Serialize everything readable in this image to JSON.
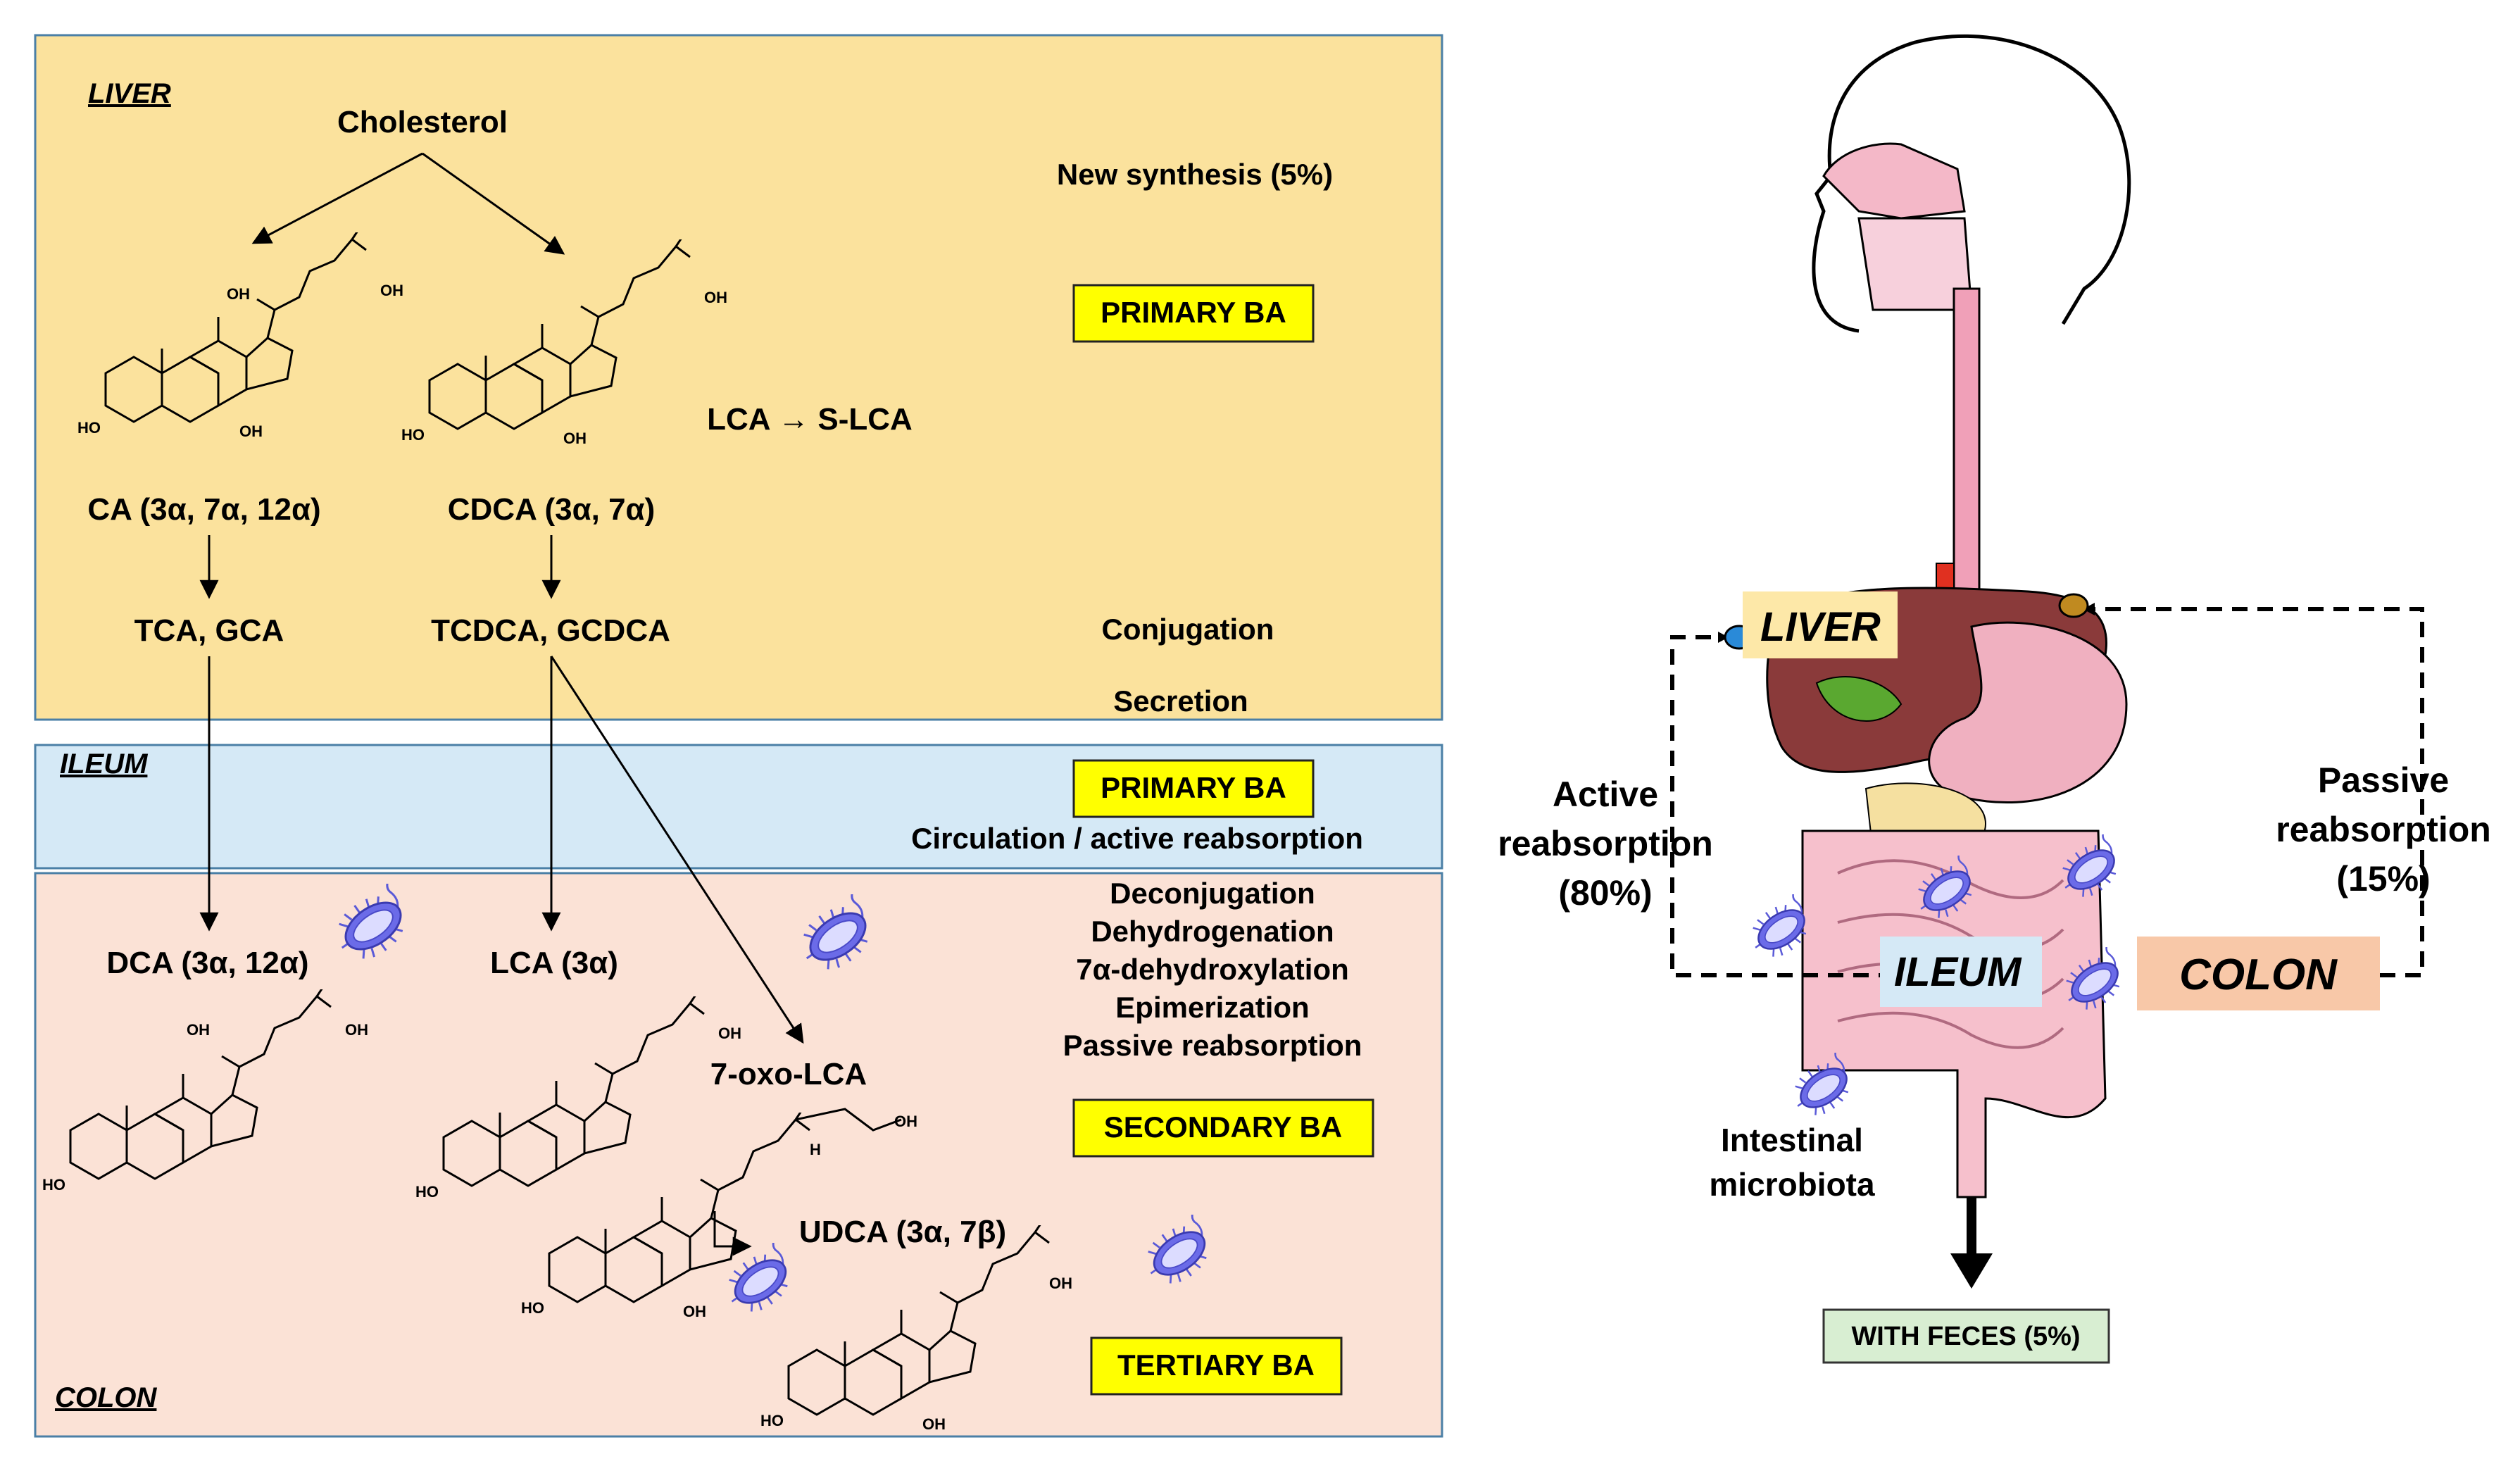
{
  "colors": {
    "liver_panel": "#fbe29d",
    "ileum_panel": "#d5e9f6",
    "colon_panel": "#fbe2d6",
    "panel_border": "#4a7fa6",
    "tag_yellow": "#ffff00",
    "feces_green": "#d8eed2",
    "bacteria": "#6b6be8",
    "colon_tag": "#f8c8a8",
    "ileum_tag": "#d5e9f6",
    "liver_tag": "#fde8a8"
  },
  "sections": {
    "liver": "LIVER",
    "ileum": "ILEUM",
    "colon": "COLON"
  },
  "compounds": {
    "cholesterol": "Cholesterol",
    "ca": "CA (3α, 7α, 12α)",
    "cdca": "CDCA (3α, 7α)",
    "tca_gca": "TCA, GCA",
    "tcdca_gcdca": "TCDCA, GCDCA",
    "lca_slca": "LCA → S-LCA",
    "dca": "DCA (3α, 12α)",
    "lca": "LCA (3α)",
    "oxo_lca": "7-oxo-LCA",
    "udca": "UDCA (3α, 7β)"
  },
  "processes": {
    "new_synthesis": "New synthesis (5%)",
    "conjugation": "Conjugation",
    "secretion": "Secretion",
    "circulation": "Circulation / active reabsorption",
    "deconjugation": "Deconjugation",
    "dehydrogenation": "Dehydrogenation",
    "dehydroxylation": "7α-dehydroxylation",
    "epimerization": "Epimerization",
    "passive_reabsorption": "Passive reabsorption"
  },
  "tags": {
    "primary_liver": "PRIMARY BA",
    "primary_ileum": "PRIMARY BA",
    "secondary": "SECONDARY BA",
    "tertiary": "TERTIARY BA"
  },
  "anatomy": {
    "liver_label": "LIVER",
    "ileum_label": "ILEUM",
    "colon_label": "COLON",
    "active_1": "Active",
    "active_2": "reabsorption",
    "active_3": "(80%)",
    "passive_1": "Passive",
    "passive_2": "reabsorption",
    "passive_3": "(15%)",
    "microbiota_1": "Intestinal",
    "microbiota_2": "microbiota",
    "feces": "WITH FECES (5%)"
  },
  "molecule_labels": {
    "oh": "OH",
    "ho": "HO",
    "h": "H",
    "nh": "H"
  },
  "icons": {
    "bacterium": "bacterium-icon",
    "head": "head-outline-icon",
    "gut": "digestive-tract-icon"
  }
}
